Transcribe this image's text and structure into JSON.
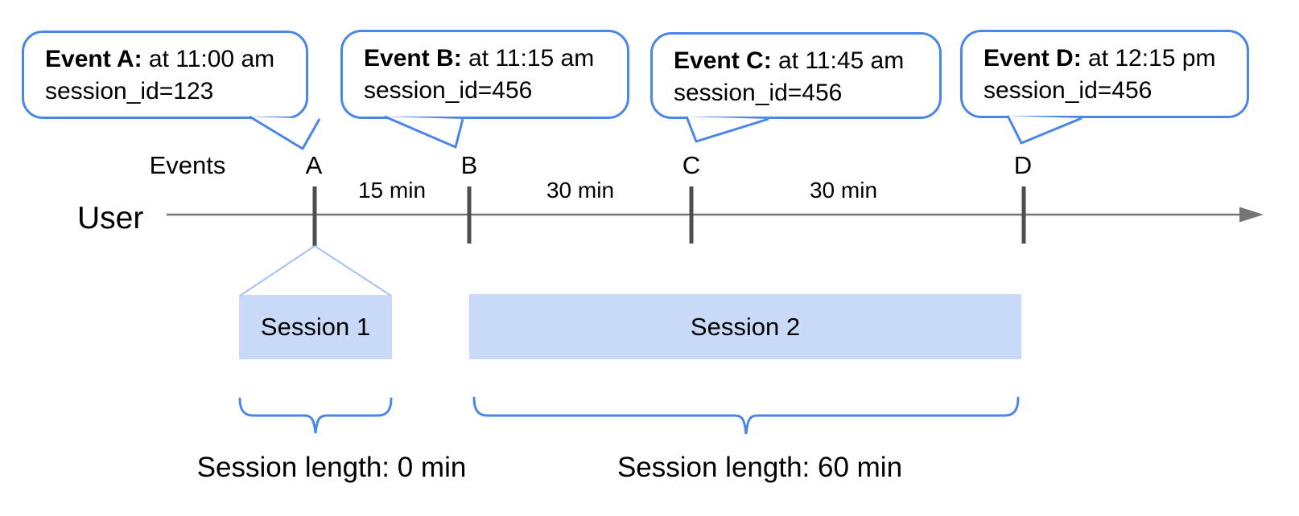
{
  "axis": {
    "events_label": "Events",
    "user_label": "User"
  },
  "callouts": [
    {
      "title": "Event A:",
      "detail": " at 11:00 am",
      "session": "session_id=123",
      "marker": "A"
    },
    {
      "title": "Event B:",
      "detail": " at 11:15 am",
      "session": "session_id=456",
      "marker": "B"
    },
    {
      "title": "Event C:",
      "detail": " at 11:45 am",
      "session": "session_id=456",
      "marker": "C"
    },
    {
      "title": "Event D:",
      "detail": " at 12:15 pm",
      "session": "session_id=456",
      "marker": "D"
    }
  ],
  "markers": [
    "A",
    "B",
    "C",
    "D"
  ],
  "intervals": [
    "15 min",
    "30 min",
    "30 min"
  ],
  "sessions": [
    {
      "label": "Session 1",
      "length": "Session length: 0 min"
    },
    {
      "label": "Session 2",
      "length": "Session length: 60 min"
    }
  ],
  "colors": {
    "accent_blue": "#4a86e8",
    "session_fill": "#c9daf8",
    "funnel_blue": "#a4c2f4",
    "timeline_gray": "#757575",
    "tick_gray": "#4d4d4d",
    "text": "#000000"
  }
}
